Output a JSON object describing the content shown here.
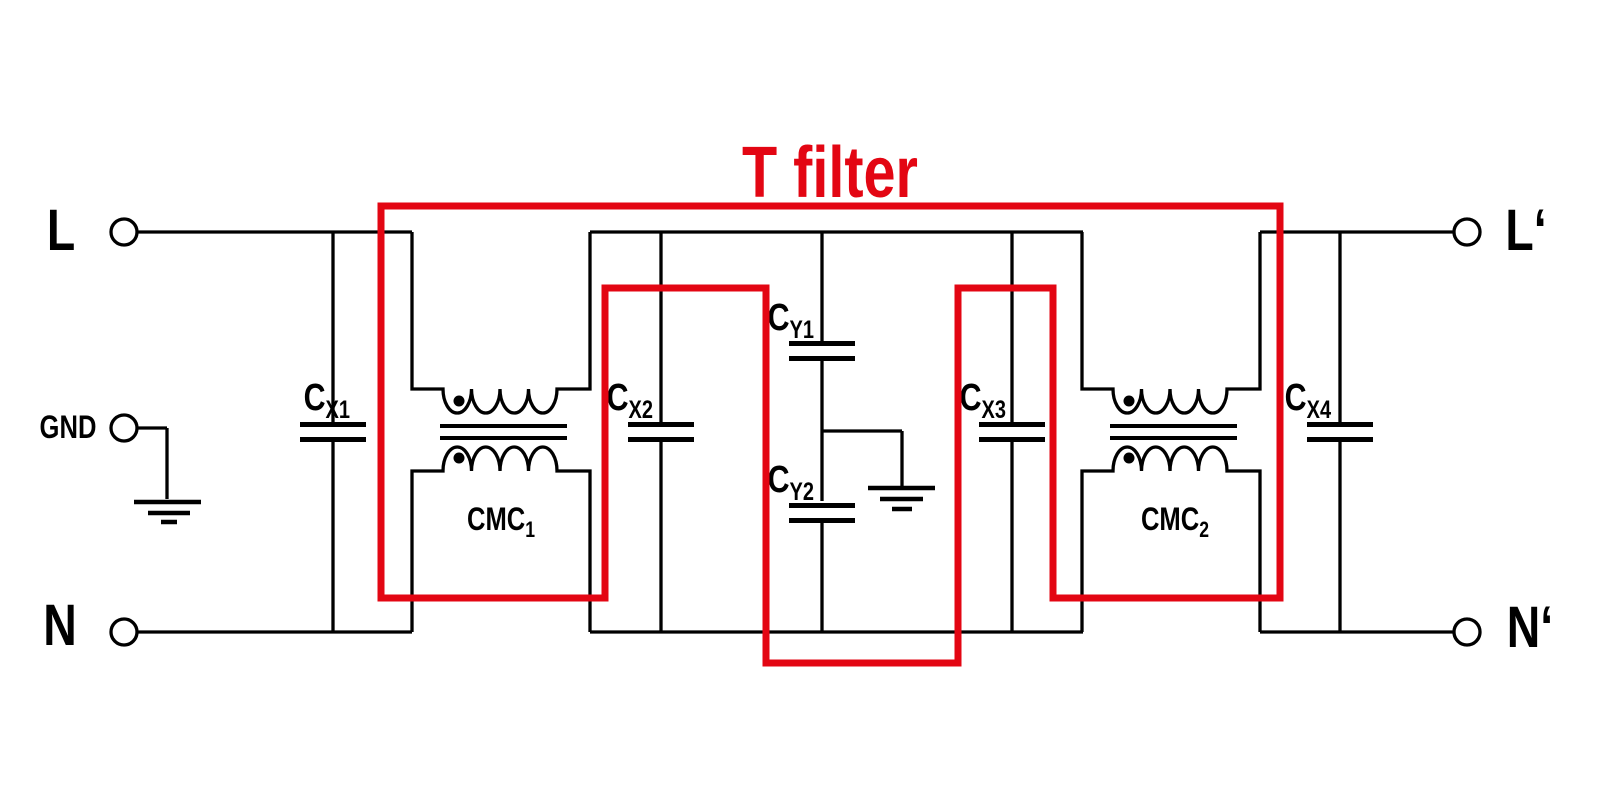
{
  "figure": {
    "title": "T filter",
    "accent_color": "#e30613",
    "line_color": "#000000",
    "background": "#ffffff",
    "type": "EMC mains input filter schematic"
  },
  "terminals": {
    "l": "L",
    "gnd": "GND",
    "n": "N",
    "l_prime": "L‘",
    "n_prime": "N‘"
  },
  "components": {
    "cx1": {
      "main": "C",
      "sub": "X1"
    },
    "cx2": {
      "main": "C",
      "sub": "X2"
    },
    "cx3": {
      "main": "C",
      "sub": "X3"
    },
    "cx4": {
      "main": "C",
      "sub": "X4"
    },
    "cy1": {
      "main": "C",
      "sub": "Y1"
    },
    "cy2": {
      "main": "C",
      "sub": "Y2"
    },
    "cmc1": {
      "main": "CMC",
      "sub": "1"
    },
    "cmc2": {
      "main": "CMC",
      "sub": "2"
    }
  }
}
